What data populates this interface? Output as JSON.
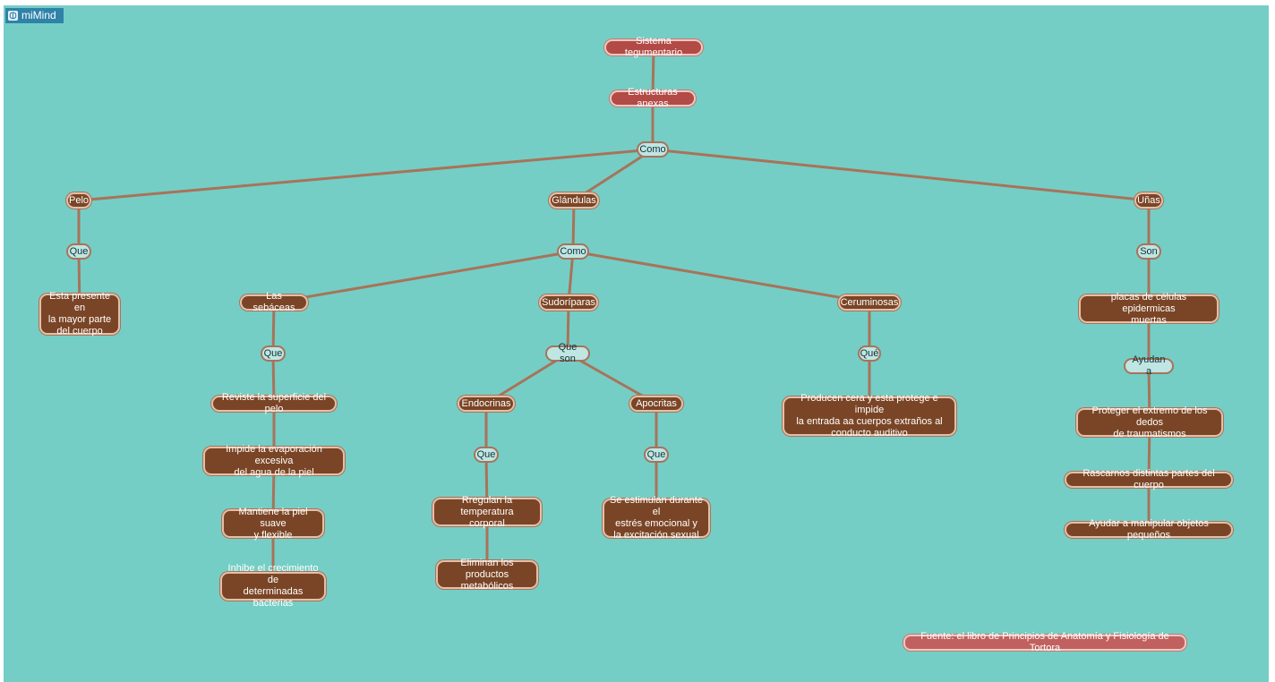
{
  "app": {
    "name": "miMind"
  },
  "colors": {
    "canvas": "#74cec5",
    "concept_fill": "#7a4526",
    "concept_top_fill": "#b24a46",
    "link_fill": "#bfe6e2",
    "connector": "#a8735a",
    "brand": "#2f82a8"
  },
  "nodes": [
    {
      "id": "root",
      "text": "Sistema tegumentario",
      "kind": "top"
    },
    {
      "id": "anexas",
      "text": "Estructuras anexas",
      "kind": "top"
    },
    {
      "id": "como1",
      "text": "Como",
      "kind": "link"
    },
    {
      "id": "pelo",
      "text": "Pelo",
      "kind": "concept"
    },
    {
      "id": "glandulas",
      "text": "Glándulas",
      "kind": "concept"
    },
    {
      "id": "unas",
      "text": "Uñas",
      "kind": "concept"
    },
    {
      "id": "que_pelo",
      "text": "Que",
      "kind": "link"
    },
    {
      "id": "pelo_desc",
      "text": "Esta presente en\nla mayor parte\ndel cuerpo",
      "kind": "concept"
    },
    {
      "id": "como2",
      "text": "Como",
      "kind": "link"
    },
    {
      "id": "sebaceas",
      "text": "Las sebáceas",
      "kind": "concept"
    },
    {
      "id": "sudoriparas",
      "text": "Sudoríparas",
      "kind": "concept"
    },
    {
      "id": "ceruminosas",
      "text": "Ceruminosas",
      "kind": "concept"
    },
    {
      "id": "que_seb",
      "text": "Que",
      "kind": "link"
    },
    {
      "id": "seb1",
      "text": "Reviste la superficie del pelo",
      "kind": "concept"
    },
    {
      "id": "seb2",
      "text": "Impide la evaporación excesiva\ndel agua de la piel",
      "kind": "concept"
    },
    {
      "id": "seb3",
      "text": "Mantiene la piel suave\ny flexible",
      "kind": "concept"
    },
    {
      "id": "seb4",
      "text": "Inhibe el crecimiento de\ndeterminadas bacterias",
      "kind": "concept"
    },
    {
      "id": "queson",
      "text": "Que son",
      "kind": "link"
    },
    {
      "id": "endocrinas",
      "text": "Endocrinas",
      "kind": "concept"
    },
    {
      "id": "apocritas",
      "text": "Apocritas",
      "kind": "concept"
    },
    {
      "id": "que_endo",
      "text": "Que",
      "kind": "link"
    },
    {
      "id": "endo1",
      "text": "Rregulan la temperatura\ncorporal",
      "kind": "concept"
    },
    {
      "id": "endo2",
      "text": "Eliminan los productos\nmetabólicos",
      "kind": "concept"
    },
    {
      "id": "que_apo",
      "text": "Que",
      "kind": "link"
    },
    {
      "id": "apo1",
      "text": "Se estimulan durante el\nestrés emocional y\nla excitación sexual",
      "kind": "concept"
    },
    {
      "id": "que_cer",
      "text": "Qué",
      "kind": "link"
    },
    {
      "id": "cer1",
      "text": "Producen cera y esta  protege e impide\nla entrada aa cuerpos extraños al\nconducto auditivo",
      "kind": "concept"
    },
    {
      "id": "son",
      "text": "Son",
      "kind": "link"
    },
    {
      "id": "unas1",
      "text": "placas de células  epidermicas\nmuertas",
      "kind": "concept"
    },
    {
      "id": "ayudan",
      "text": "Ayudan a",
      "kind": "link"
    },
    {
      "id": "unas2",
      "text": "Proteger el extremo de los dedos\nde traumatismos",
      "kind": "concept"
    },
    {
      "id": "unas3",
      "text": "Rascarnos distintas partes del cuerpo",
      "kind": "concept"
    },
    {
      "id": "unas4",
      "text": "Ayudar a manipular objetos pequeños",
      "kind": "concept"
    },
    {
      "id": "fuente",
      "text": "Fuente:  el libro de Principios de Anatomía y Fisiología de Tortora",
      "kind": "source"
    }
  ],
  "edges": [
    [
      "root",
      "anexas"
    ],
    [
      "anexas",
      "como1"
    ],
    [
      "como1",
      "pelo"
    ],
    [
      "como1",
      "glandulas"
    ],
    [
      "como1",
      "unas"
    ],
    [
      "pelo",
      "que_pelo"
    ],
    [
      "que_pelo",
      "pelo_desc"
    ],
    [
      "glandulas",
      "como2"
    ],
    [
      "como2",
      "sebaceas"
    ],
    [
      "como2",
      "sudoriparas"
    ],
    [
      "como2",
      "ceruminosas"
    ],
    [
      "sebaceas",
      "que_seb"
    ],
    [
      "que_seb",
      "seb1"
    ],
    [
      "seb1",
      "seb2"
    ],
    [
      "seb2",
      "seb3"
    ],
    [
      "seb3",
      "seb4"
    ],
    [
      "sudoriparas",
      "queson"
    ],
    [
      "queson",
      "endocrinas"
    ],
    [
      "queson",
      "apocritas"
    ],
    [
      "endocrinas",
      "que_endo"
    ],
    [
      "que_endo",
      "endo1"
    ],
    [
      "endo1",
      "endo2"
    ],
    [
      "apocritas",
      "que_apo"
    ],
    [
      "que_apo",
      "apo1"
    ],
    [
      "ceruminosas",
      "que_cer"
    ],
    [
      "que_cer",
      "cer1"
    ],
    [
      "unas",
      "son"
    ],
    [
      "son",
      "unas1"
    ],
    [
      "unas1",
      "ayudan"
    ],
    [
      "ayudan",
      "unas2"
    ],
    [
      "unas2",
      "unas3"
    ],
    [
      "unas3",
      "unas4"
    ]
  ]
}
